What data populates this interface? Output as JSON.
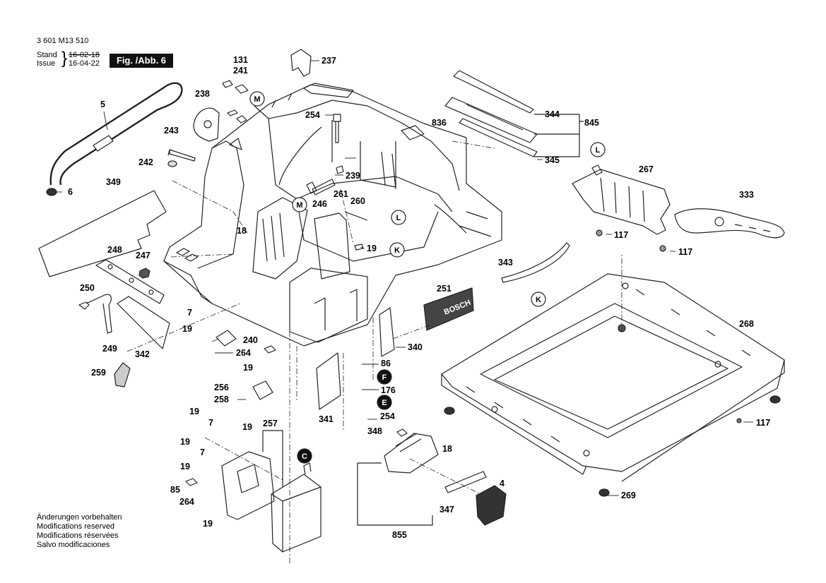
{
  "header": {
    "doc_number": "3 601 M13 510",
    "stand_label": "Stand",
    "issue_label": "Issue",
    "stand_date": "16-02-18",
    "issue_date": "16-04-22",
    "figure_label": "Fig. /Abb. 6"
  },
  "notes": [
    "Änderungen vorbehalten",
    "Modifications reserved",
    "Modifications réservées",
    "Salvo modificaciones"
  ],
  "brand_plate": "BOSCH",
  "part_numbers": [
    "5",
    "6",
    "349",
    "248",
    "247",
    "250",
    "249",
    "342",
    "259",
    "131",
    "241",
    "238",
    "243",
    "242",
    "237",
    "254",
    "239",
    "246",
    "261",
    "260",
    "18",
    "19",
    "7",
    "240",
    "264",
    "256",
    "258",
    "836",
    "344",
    "345",
    "845",
    "267",
    "333",
    "117",
    "343",
    "251",
    "268",
    "340",
    "86",
    "176",
    "348",
    "4",
    "347",
    "855",
    "269",
    "341",
    "257",
    "85"
  ],
  "callout_letters": [
    "M",
    "L",
    "K",
    "F",
    "E",
    "C"
  ]
}
